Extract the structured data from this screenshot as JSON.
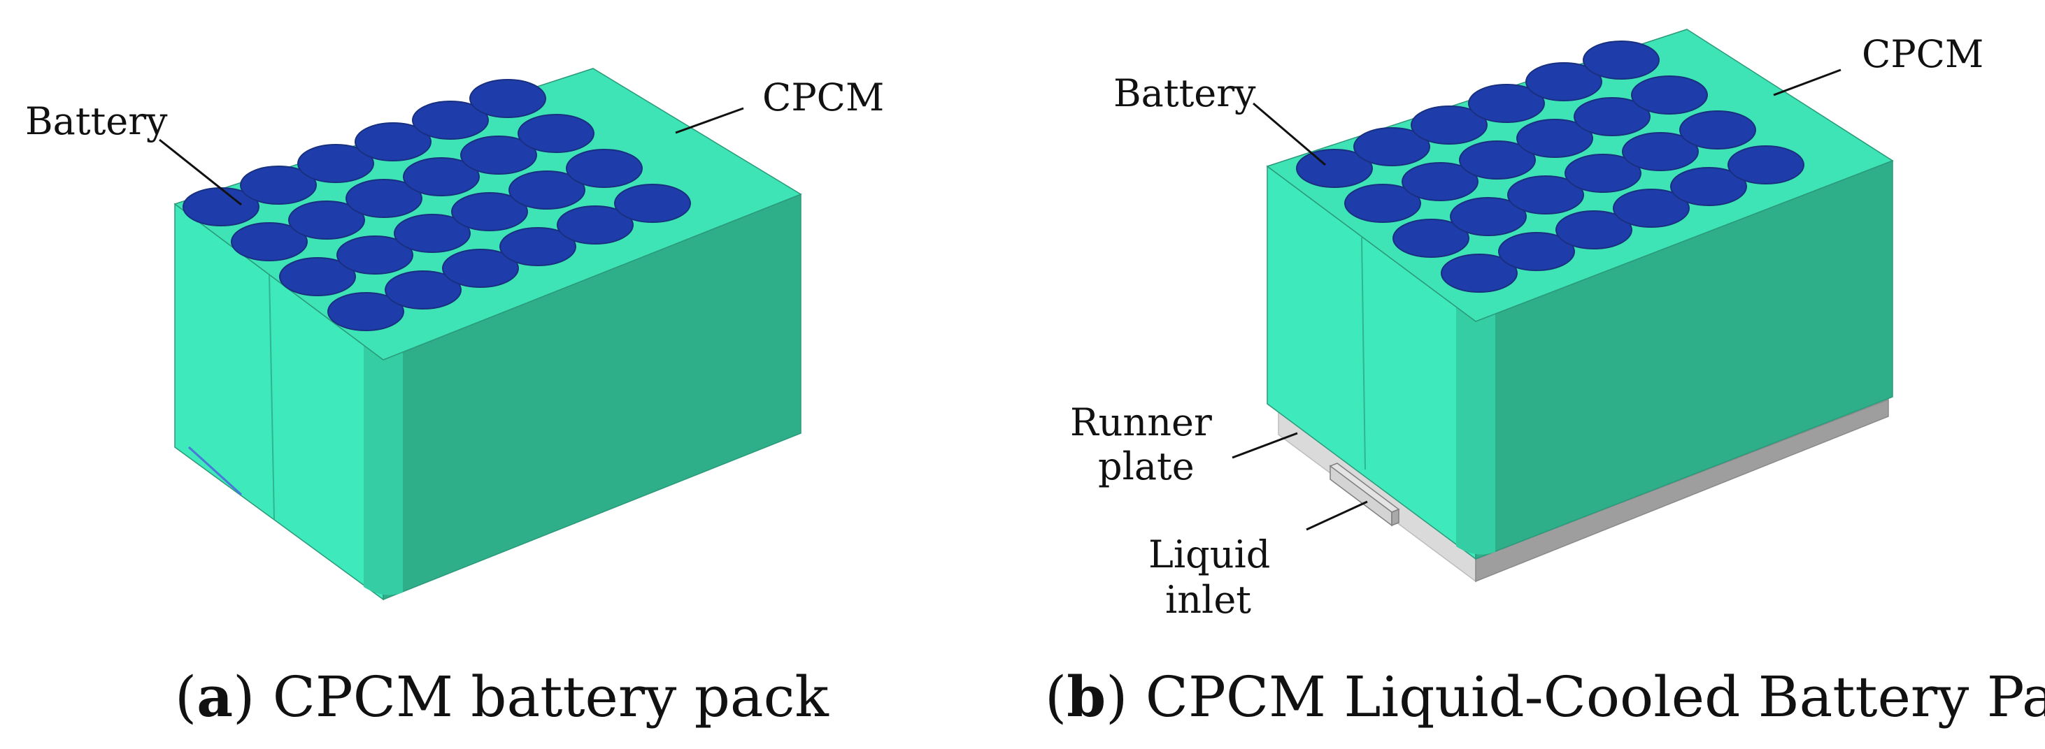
{
  "panel_a": {
    "labels": {
      "battery": "Battery",
      "cpcm": "CPCM"
    },
    "caption": {
      "open": "(",
      "letter": "a",
      "close": ")",
      "text": " CPCM battery pack"
    }
  },
  "panel_b": {
    "labels": {
      "battery": "Battery",
      "cpcm": "CPCM",
      "runner_line1": "Runner",
      "runner_line2": "plate",
      "inlet_line1": "Liquid",
      "inlet_line2": "inlet"
    },
    "caption": {
      "open": "(",
      "letter": "b",
      "close": ")",
      "text": " CPCM Liquid-Cooled Battery Pack"
    }
  },
  "colors": {
    "cpcm_top": "#3FE4B6",
    "cpcm_left": "#3EE9BB",
    "cpcm_right": "#2FAE8A",
    "battery": "#1F3DAA",
    "plate_light": "#DADADA",
    "plate_dark": "#9E9E9E"
  }
}
